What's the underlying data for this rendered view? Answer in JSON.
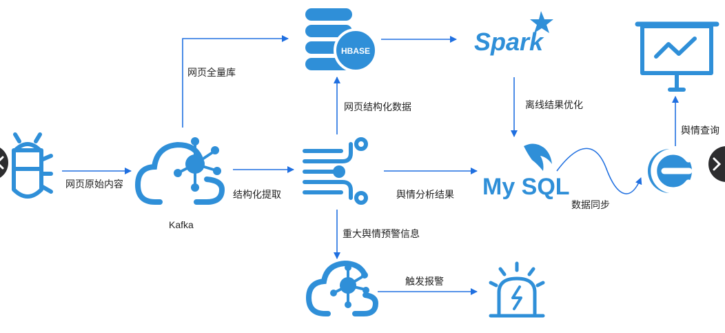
{
  "colors": {
    "accent": "#2f8fd8",
    "arrow": "#1f6fe0",
    "text": "#222222",
    "nav_button": "#2d2d2f"
  },
  "nodes": {
    "crawler": {
      "icon": "bug-icon"
    },
    "kafka": {
      "icon": "cloud-network-icon",
      "label": "Kafka"
    },
    "hbase": {
      "icon": "database-icon",
      "label": "HBASE"
    },
    "spark": {
      "icon": "spark-logo-icon",
      "label": "Spark"
    },
    "processor": {
      "icon": "circuit-icon"
    },
    "mysql": {
      "icon": "mysql-dolphin-icon",
      "label": "My SQL"
    },
    "query": {
      "icon": "elasticsearch-icon"
    },
    "dashboard": {
      "icon": "presentation-chart-icon"
    },
    "alert_cloud": {
      "icon": "cloud-network-icon"
    },
    "alarm": {
      "icon": "alarm-light-icon"
    }
  },
  "edges": {
    "raw_content": "网页原始内容",
    "full_store": "网页全量库",
    "structured_extract": "结构化提取",
    "structured_data": "网页结构化数据",
    "sentiment_result": "舆情分析结果",
    "major_warning": "重大舆情预警信息",
    "trigger_alarm": "触发报警",
    "offline_optimize": "离线结果优化",
    "data_sync": "数据同步",
    "sentiment_query": "舆情查询"
  },
  "nav": {
    "prev_icon": "chevron-left-icon",
    "next_icon": "chevron-right-icon"
  }
}
